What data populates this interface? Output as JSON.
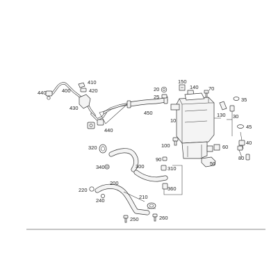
{
  "labels": [
    {
      "text": "410"
    },
    {
      "text": "400"
    },
    {
      "text": "420"
    },
    {
      "text": "440"
    },
    {
      "text": "430"
    },
    {
      "text": "440"
    },
    {
      "text": "20"
    },
    {
      "text": "150"
    },
    {
      "text": "140"
    },
    {
      "text": "70"
    },
    {
      "text": "25"
    },
    {
      "text": "450"
    },
    {
      "text": "35"
    },
    {
      "text": "130"
    },
    {
      "text": "30"
    },
    {
      "text": "10"
    },
    {
      "text": "45"
    },
    {
      "text": "100"
    },
    {
      "text": "60"
    },
    {
      "text": "40"
    },
    {
      "text": "320"
    },
    {
      "text": "90"
    },
    {
      "text": "80"
    },
    {
      "text": "50"
    },
    {
      "text": "340"
    },
    {
      "text": "300"
    },
    {
      "text": "310"
    },
    {
      "text": "200"
    },
    {
      "text": "220"
    },
    {
      "text": "360"
    },
    {
      "text": "240"
    },
    {
      "text": "210"
    },
    {
      "text": "250"
    },
    {
      "text": "260"
    }
  ]
}
